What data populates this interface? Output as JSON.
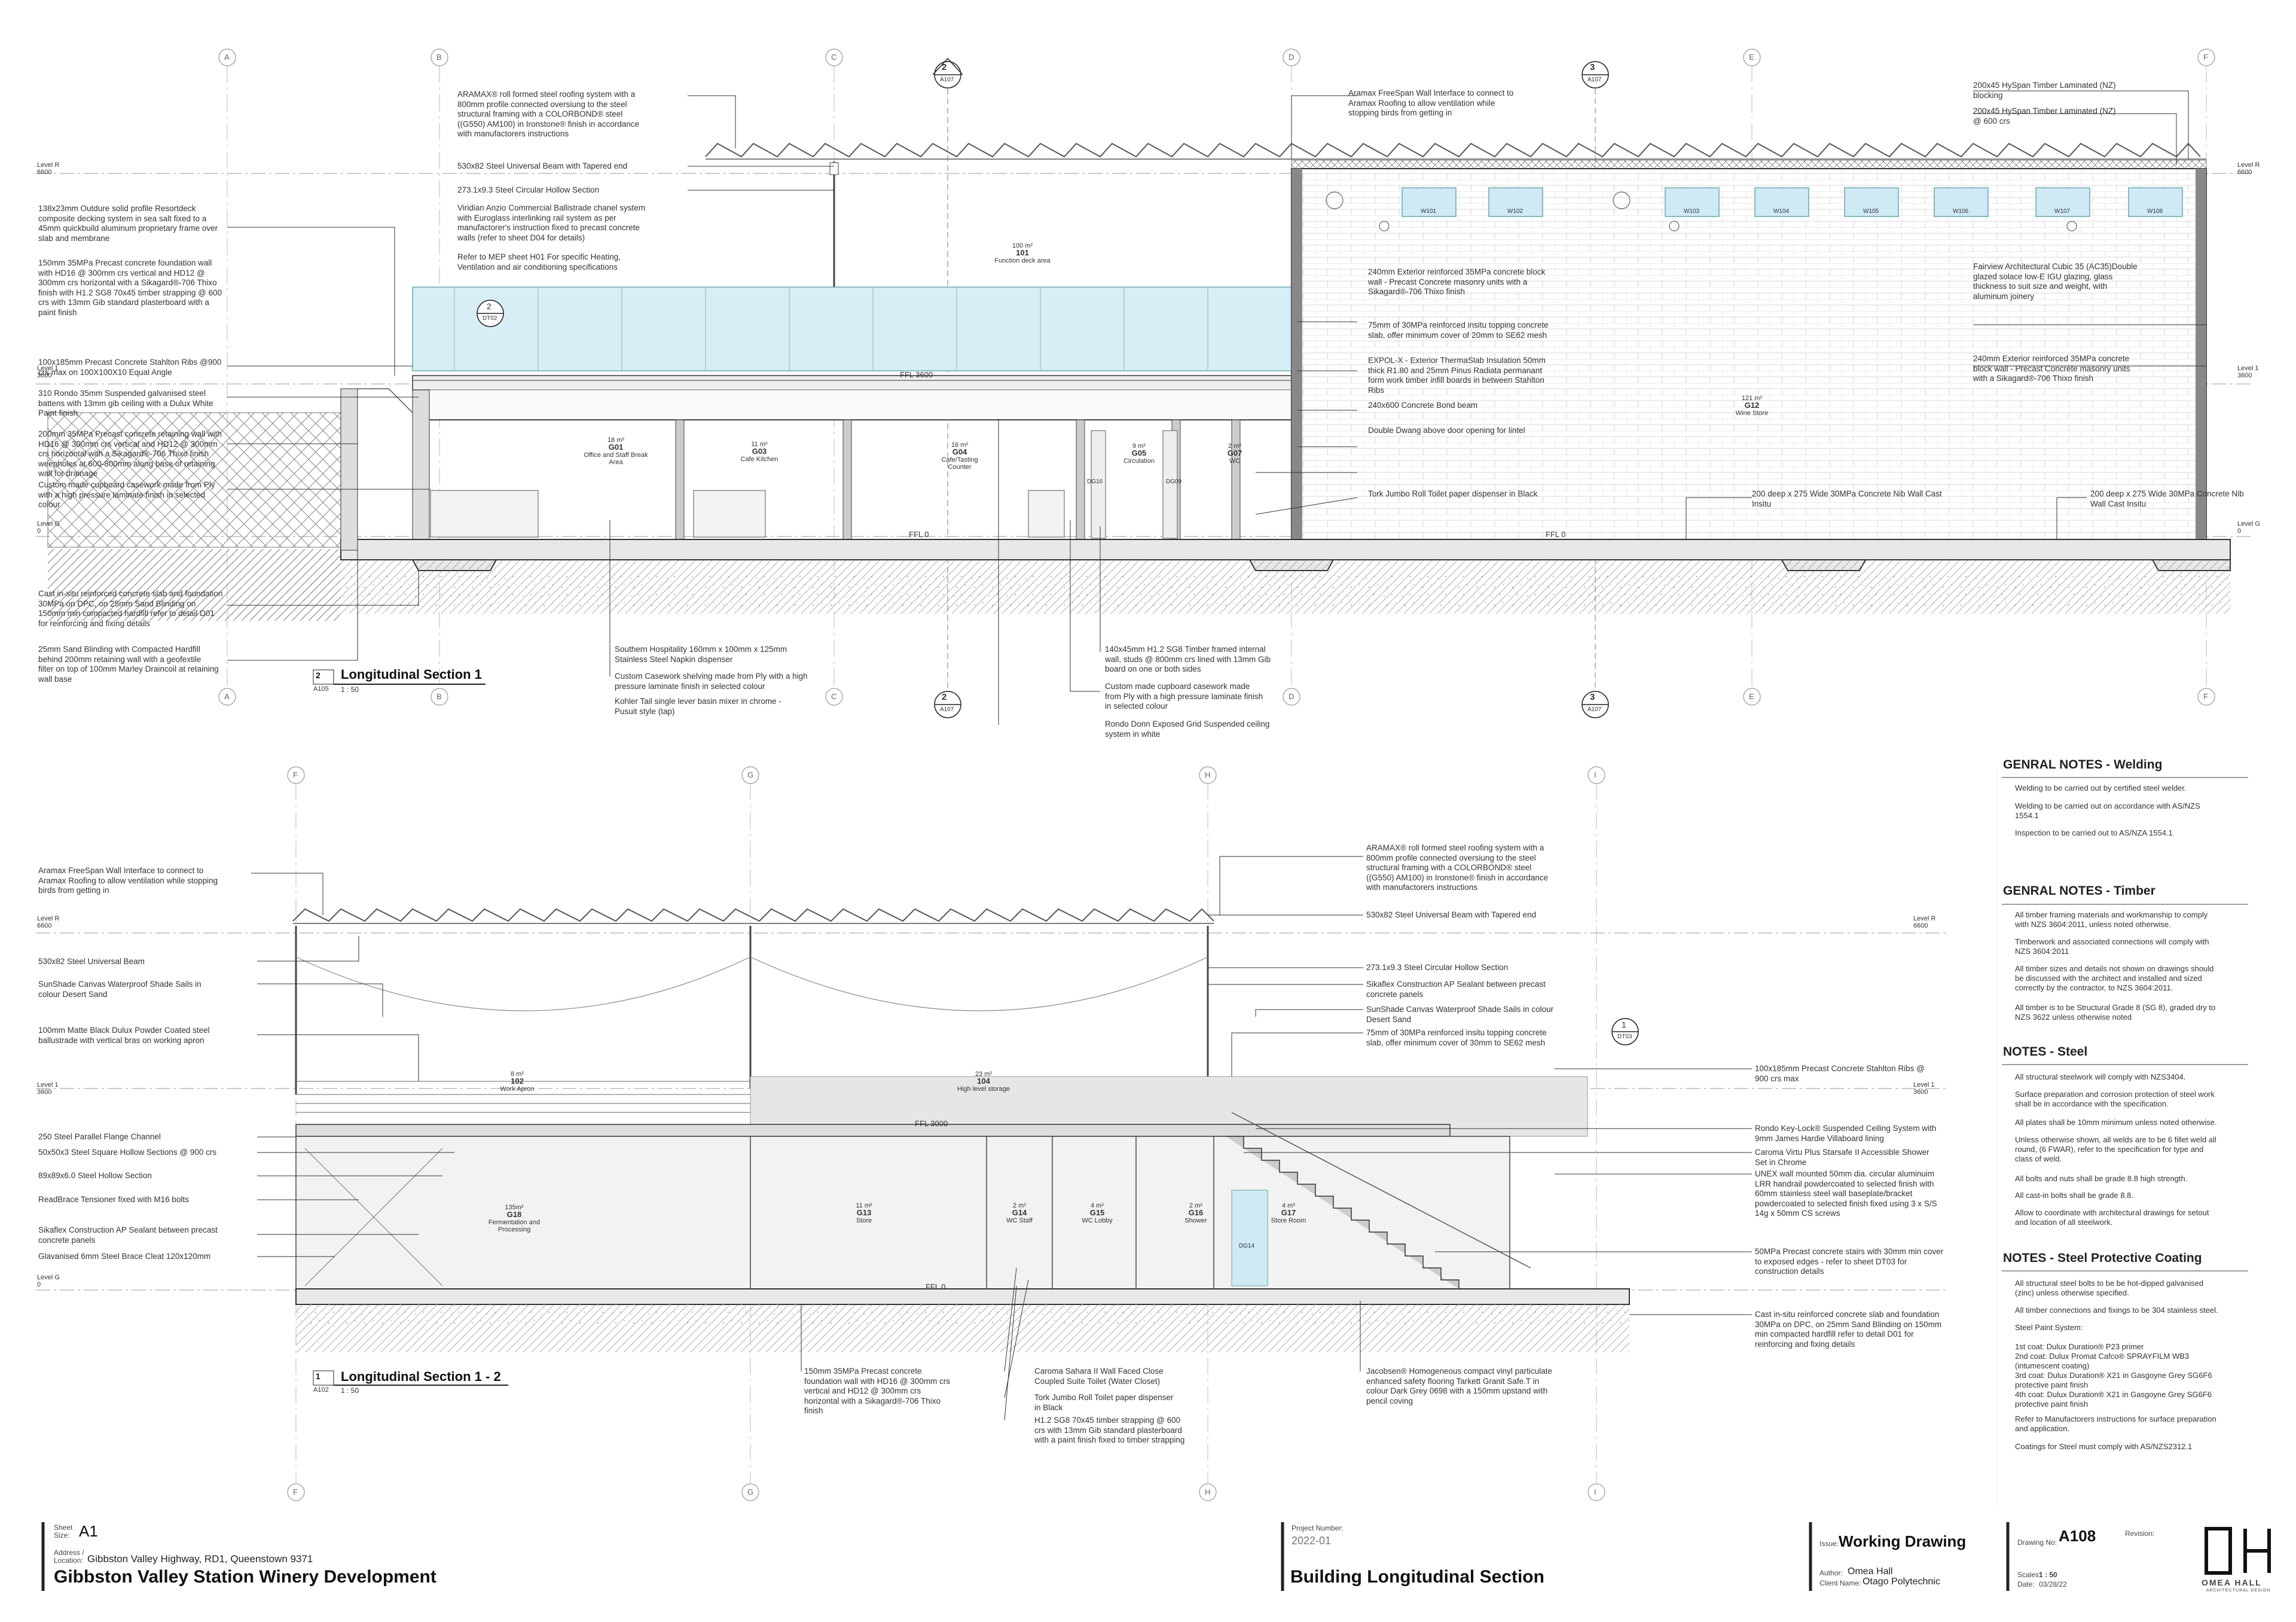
{
  "section1": {
    "title": "Longitudinal Section 1",
    "scale": "1 : 50",
    "tag_number": "2",
    "tag_sheet": "A105",
    "grids_top": [
      "A",
      "B",
      "C",
      "D",
      "E",
      "F"
    ],
    "callout_2": {
      "number": "2",
      "sheet": "A107"
    },
    "callout_3": {
      "number": "3",
      "sheet": "A107"
    },
    "detail_tag": {
      "number": "2",
      "sheet": "DT02"
    },
    "levels": {
      "left_r": {
        "name": "Level R",
        "value": "6600"
      },
      "left_1": {
        "name": "Level 1",
        "value": "3600"
      },
      "left_g": {
        "name": "Level G",
        "value": "0"
      },
      "right_r": {
        "name": "Level R",
        "value": "6600"
      },
      "right_1": {
        "name": "Level 1",
        "value": "3600"
      },
      "right_g": {
        "name": "Level G",
        "value": "0"
      }
    },
    "ffl": [
      "FFL 3600",
      "FFL 0",
      "FFL 0"
    ],
    "rooms": [
      {
        "area": "100 m²",
        "code": "101",
        "name": "Function deck area"
      },
      {
        "area": "18 m²",
        "code": "G01",
        "name": "Office and Staff Break Area"
      },
      {
        "area": "11 m²",
        "code": "G03",
        "name": "Cafe Kitchen"
      },
      {
        "area": "16 m²",
        "code": "G04",
        "name": "Cafe/Tasting Counter"
      },
      {
        "area": "9 m²",
        "code": "G05",
        "name": "Circulation"
      },
      {
        "area": "2 m²",
        "code": "G07",
        "name": "WC"
      },
      {
        "area": "121 m²",
        "code": "G12",
        "name": "Wine Store"
      }
    ],
    "doors": [
      "DG16",
      "DG09"
    ],
    "windows": [
      "W101",
      "W102",
      "W103",
      "W104",
      "W105",
      "W106",
      "W107",
      "W108"
    ],
    "notes_left": [
      "ARAMAX® roll formed steel roofing system with a\n800mm profile connected oversiung to the steel\nstructural framing with a COLORBOND® steel\n((G550) AM100) in Ironstone® finish in accordance\nwith manufactorers instructions",
      "530x82 Steel Universal Beam with Tapered end",
      "273.1x9.3 Steel Circular Hollow Section",
      "Viridian Anzio Commercial Ballistrade chanel system\nwith Euroglass interlinking rail system as per\nmanufactorer's instruction fixed to precast concrete\nwalls (refer to sheet D04 for details)",
      "Refer to MEP sheet H01 For specific Heating,\nVentilation and air conditioning specifications",
      "138x23mm Outdure solid profile Resortdeck\ncomposite decking system in sea salt fixed to a\n45mm quickbuild aluminum proprietary frame over\nslab and membrane",
      "150mm 35MPa Precast concrete foundation wall\nwith HD16 @ 300mm crs vertical and HD12 @\n300mm crs horizontal with a Sikagard®-706 Thixo\nfinish with H1.2 SG8 70x45 timber strapping @ 600\ncrs with 13mm Gib standard plasterboard with a\npaint finish",
      "100x185mm Precast Concrete Stahlton Ribs @900\ncrs max on 100X100X10 Equal Angle",
      "310 Rondo 35mm Suspended  galvanised steel\nbattens with 13mm gib ceiling with a Dulux White\nPaint finish",
      "200mm 35MPa Precast concrete retaining wall with\nHD16 @ 300mm crs vertical and HD12 @ 300mm\ncrs horizontal with a Sikagard®-706 Thixo finish\nweepholes at 600-800mm along base of retaining\nwall for drainage",
      "Custom made cupboard casework made from Ply\nwith a high pressure laminate finish in selected\ncolour",
      "Cast in-situ reinforced concrete slab and foundation\n30MPa on DPC, on 25mm Sand Blinding on\n150mm min compacted hardfill refer to detail D01\nfor reinforcing and fixing details",
      "25mm Sand Blinding with Compacted Hardfill\nbehind 200mm retaining wall with a geofextile\nfilter on top of 100mm Marley Draincoil at retaining\nwall base"
    ],
    "notes_bottom": [
      "Southern Hospitality 160mm x 100mm x 125mm\nStainless Steel Napkin dispenser",
      "Custom Casework shelving made from Ply with a high\npressure laminate finish in selected colour",
      "Kohler Tail single lever basin mixer in chrome -\nPusuit style (tap)",
      "140x45mm H1.2 SG8 Timber framed internal\nwall, studs @ 800mm crs lined with 13mm Gib\nboard on one or both sides",
      "Custom made cupboard casework made\nfrom Ply with a high pressure laminate finish\nin selected colour",
      "Rondo Donn Exposed Grid Suspended ceiling\nsystem in white"
    ],
    "notes_right": [
      "Aramax FreeSpan Wall Interface to connect to\nAramax Roofing to allow ventilation while\nstopping birds from getting in",
      "240mm Exterior reinforced 35MPa concrete block\nwall - Precast Concrete masonry units with a\nSikagard®-706 Thixo finish",
      "75mm of 30MPa reinforced insitu topping concrete\nslab, offer minimum cover of 20mm to SE62 mesh",
      "EXPOL-X - Exterior ThermaSlab Insulation 50mm\nthick R1.80 and 25mm Pinus Radiata permanant\nform work timber infill boards in between Stahlton\nRibs",
      "240x600 Concrete Bond beam",
      "Double Dwang above door opening for lintel",
      "Tork Jumbo Roll Toilet paper dispenser in Black",
      "200 deep x 275 Wide 30MPa Concrete Nib Wall Cast\nInsitu",
      "200 deep x 275 Wide 30MPa Concrete Nib\nWall Cast Insitu"
    ],
    "notes_far_right": [
      "200x45 HySpan Timber Laminated (NZ)\nblocking",
      "200x45 HySpan Timber Laminated (NZ)\n@ 600 crs",
      "Fairview Architectural Cubic 35 (AC35)Double\nglazed solace low-E IGU glazing, glass\nthickness to suit size and weight, with\naluminum joinery",
      "240mm Exterior reinforced 35MPa concrete\nblock wall - Precast Concrete masonry units\nwith a Sikagard®-706 Thixo finish"
    ]
  },
  "section2": {
    "title": "Longitudinal Section 1 - 2",
    "scale": "1 : 50",
    "tag_number": "1",
    "tag_sheet": "A102",
    "grids": [
      "F",
      "G",
      "H",
      "I"
    ],
    "detail_tag": {
      "number": "1",
      "sheet": "DT03"
    },
    "levels": {
      "left_r": {
        "name": "Level R",
        "value": "6600"
      },
      "left_1": {
        "name": "Level 1",
        "value": "3600"
      },
      "left_g": {
        "name": "Level G",
        "value": "0"
      },
      "right_r": {
        "name": "Level R",
        "value": "6600"
      },
      "right_1": {
        "name": "Level 1",
        "value": "3600"
      }
    },
    "ffl": [
      "FFL 3000",
      "FFL 0"
    ],
    "rooms": [
      {
        "area": "8 m²",
        "code": "102",
        "name": "Work Apron"
      },
      {
        "area": "23 m²",
        "code": "104",
        "name": "High level storage"
      },
      {
        "area": "135m²",
        "code": "G18",
        "name": "Fermentation and Processing"
      },
      {
        "area": "11 m²",
        "code": "G13",
        "name": "Store"
      },
      {
        "area": "2 m²",
        "code": "G14",
        "name": "WC Staff"
      },
      {
        "area": "4 m²",
        "code": "G15",
        "name": "WC Lobby"
      },
      {
        "area": "2 m²",
        "code": "G16",
        "name": "Shower"
      },
      {
        "area": "4 m²",
        "code": "G17",
        "name": "Store Room"
      }
    ],
    "door": "DG14",
    "notes_left": [
      "Aramax FreeSpan Wall Interface to connect to\nAramax Roofing to allow ventilation while stopping\nbirds from getting in",
      "530x82 Steel Universal Beam",
      "SunShade Canvas Waterproof Shade Sails in\ncolour Desert Sand",
      "100mm Matte Black Dulux Powder Coated steel\nballustrade with vertical bras on working apron",
      "250 Steel Parallel Flange Channel",
      "50x50x3 Steel Square Hollow Sections @ 900 crs",
      "89x89x6.0 Steel Hollow Section",
      "ReadBrace Tensioner fixed with M16 bolts",
      "Sikaflex Construction AP Sealant between precast\nconcrete panels",
      "Glavanised 6mm Steel Brace Cleat 120x120mm"
    ],
    "notes_right": [
      "ARAMAX® roll formed steel roofing system with a\n800mm profile connected oversiung to the steel\nstructural framing with a COLORBOND® steel\n((G550) AM100) in Ironstone® finish in accordance\nwith manufactorers instructions",
      "530x82 Steel Universal Beam with Tapered end",
      "273.1x9.3 Steel Circular Hollow Section",
      "Sikaflex Construction AP Sealant between precast\nconcrete panels",
      "SunShade Canvas Waterproof Shade Sails in colour\nDesert Sand",
      "75mm of 30MPa reinforced insitu topping concrete\nslab, offer minimum cover of 30mm to SE62 mesh",
      "100x185mm Precast Concrete Stahlton Ribs @\n900 crs max",
      "Rondo Key-Lock® Suspended Ceiling System with\n9mm James Hardie Villaboard lining",
      "Caroma Virtu Plus Starsafe II Accessible Shower\nSet in Chrome",
      "UNEX wall mounted 50mm dia. circular aluminuim\nLRR handrail powdercoated to selected finish with\n60mm stainless steel wall baseplate/bracket\npowdercoated to selected finish fixed using 3 x S/S\n14g x 50mm CS screws",
      "50MPa Precast concrete stairs with 30mm min cover\nto exposed edges - refer to sheet DT03 for\nconstruction details",
      "Cast in-situ reinforced concrete slab and foundation\n30MPa on DPC, on 25mm Sand Blinding on 150mm\nmin compacted hardfill refer to detail D01 for\nreinforcing and fixing details"
    ],
    "notes_bottom": [
      "150mm 35MPa Precast concrete\nfoundation wall with HD16 @ 300mm crs\nvertical and HD12 @ 300mm crs\nhorizontal with a Sikagard®-706 Thixo\nfinish",
      "Caroma Sahara II Wall Faced Close\nCoupled Suite Toilet (Water Closet)",
      "Tork Jumbo Roll Toilet paper dispenser\nin Black",
      "H1.2 SG8 70x45 timber strapping @ 600\ncrs with 13mm Gib standard plasterboard\nwith a paint finish fixed to timber strapping",
      "Jacobsen® Homogeneous compact vinyl particulate\nenhanced safety flooring Tarkett Granit Safe.T in\ncolour Dark Grey 0698 with a 150mm upstand with\npencil coving"
    ]
  },
  "general_notes": [
    {
      "heading": "GENRAL NOTES - Welding",
      "items": [
        "Welding to be carried out by certified steel welder.",
        "Welding to be carried out on accordance with AS/NZS\n1554.1",
        "Inspection to be carried out to AS/NZA 1554.1"
      ]
    },
    {
      "heading": "GENRAL NOTES - Timber",
      "items": [
        "All timber framing materials and workmanship to comply\nwith NZS 3604:2011, unless noted otherwise.",
        "Timberwork and associated connections will comply with\nNZS 3604:2011",
        "All timber sizes and details not shown on drawings should\nbe discussed with the architect and installed and sized\ncorrectly by the contractor, to NZS 3604:2011.",
        "All timber is to be Structural Grade 8 (SG 8), graded dry to\nNZS 3622 unless otherwise noted"
      ]
    },
    {
      "heading": "NOTES - Steel",
      "items": [
        "All structural steelwork will comply with NZS3404.",
        "Surface preparation and corrosion protection of steel work\nshall be in accordance with the specification.",
        "All plates shall be 10mm minimum unless noted otherwise.",
        "Unless otherwise shown, all welds are to be 6 fillet weld all\nround, (6 FWAR), refer to the specification for type and\nclass of weld.",
        "All bolts and nuts shall be grade 8.8 high strength.",
        "All cast-in bolts shall be grade 8.8.",
        "Allow to coordinate with architectural drawings for setout\nand location of all steelwork."
      ]
    },
    {
      "heading": "NOTES - Steel Protective Coating",
      "items": [
        "All structural steel bolts to be be hot-dipped galvanised\n(zinc) unless otherwise specified.",
        "All timber connections and fixings to be 304 stainless steel.",
        "Steel Paint System:\n\n1st coat: Dulux Duration® P23 primer\n2nd coat: Dulux Promat Cafco® SPRAYFILM WB3\n(intumescent coating)\n3rd coat: Dulux Duration® X21 in Gasgoyne Grey SG6F6\nprotective paint finish\n4th coat: Dulux Duration® X21 in Gasgoyne Grey SG6F6\nprotective paint finish",
        "Refer to Manufactorers instructions for surface preparation\nand application.",
        "Coatings for Steel must comply with AS/NZS2312.1"
      ]
    }
  ],
  "title_block": {
    "sheet_size_label": "Sheet\nSize:",
    "sheet_size": "A1",
    "address_label": "Address /\nLocation:",
    "address": "Gibbston Valley Highway, RD1, Queenstown 9371",
    "project": "Gibbston Valley Station Winery Development",
    "project_number_label": "Project Number:",
    "project_number": "2022-01",
    "drawing_title": "Building Longitudinal Section",
    "issue_label": "Issue:",
    "issue": "Working Drawing",
    "author_label": "Author:",
    "author": "Omea Hall",
    "client_label": "Client Name:",
    "client": "Otago Polytechnic",
    "drawing_no_label": "Drawing No:",
    "drawing_no": "A108",
    "revision_label": "Revision:",
    "scales_label": "Scales:",
    "scales": "1 : 50",
    "date_label": "Date:",
    "date": "03/28/22",
    "logo_text": "OMEA HALL",
    "logo_sub": "ARCHITECTURAL DESIGN"
  }
}
